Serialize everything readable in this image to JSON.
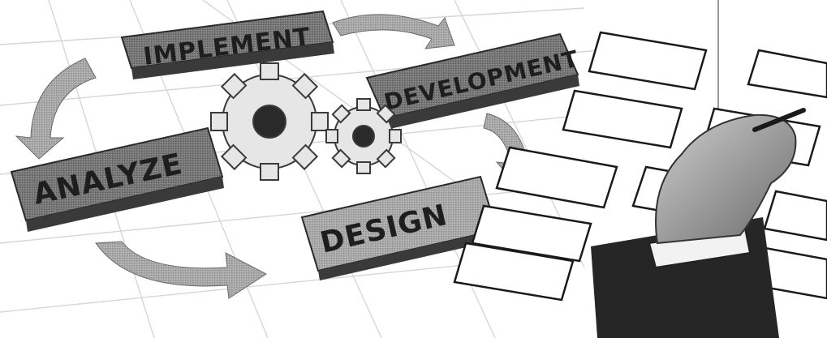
{
  "image": {
    "labels": {
      "implement": "IMPLEMENT",
      "development": "DEVELOPMENT",
      "analyze": "ANALYZE",
      "design": "DESIGN"
    },
    "palette": {
      "background": "#ffffff",
      "board_top": "#6f6f6f",
      "board_dark": "#3a3a3a",
      "arrow": "#8a8a8a",
      "grid_line": "#d6d6d6",
      "brick_line": "#1a1a1a",
      "gear": "#e8e8e8",
      "sleeve": "#262626"
    },
    "icons": [
      "gear-icon",
      "cycle-arrow-icon",
      "hand-drawing-icon"
    ]
  }
}
